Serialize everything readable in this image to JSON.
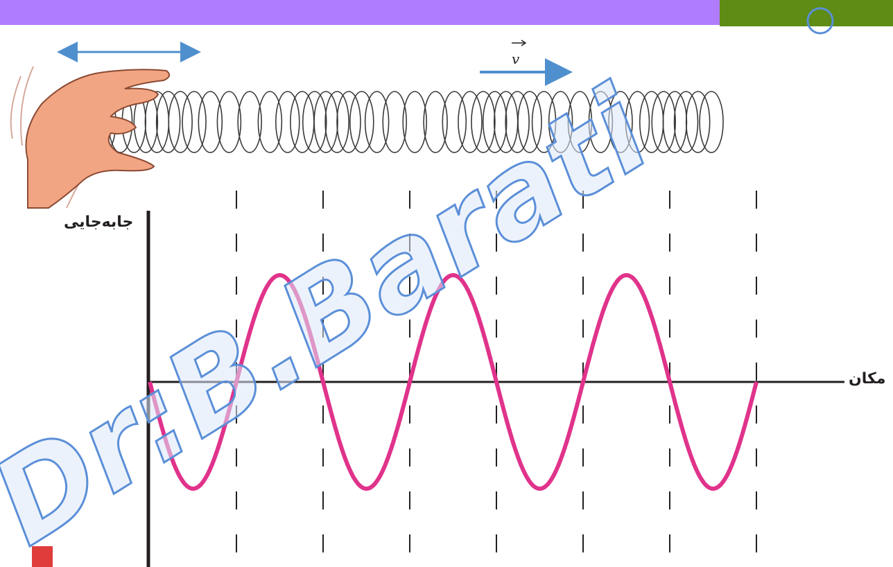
{
  "colors": {
    "header_bar": "#b07cff",
    "accent_block": "#5e8c14",
    "marker": "#e03c3c",
    "wave": "#e0338b",
    "arrow": "#4f8fce",
    "spring": "#3a3a3a",
    "axis": "#231f20",
    "watermark_stroke": "#5b8fd8"
  },
  "figure": {
    "velocity_symbol": "v",
    "y_axis_label": "جابه‌جایی",
    "x_axis_label": "مکان",
    "watermark": "Dr:B.Barati"
  },
  "icons": {
    "hand": "hand-icon",
    "velocity_arrow": "arrow-right-icon",
    "motion_arrow": "double-arrow-icon"
  },
  "chart_data": {
    "type": "line",
    "series": [
      {
        "values": [
          0,
          -1,
          0,
          1,
          0,
          -1,
          0,
          1,
          0,
          -1,
          0,
          1,
          0,
          -1,
          0
        ],
        "x": [
          0,
          0.5,
          1,
          1.5,
          2,
          2.5,
          3,
          3.5,
          4,
          4.5,
          5,
          5.5,
          6,
          6.5,
          7
        ]
      }
    ],
    "dashed_lines_at_x": [
      1,
      2,
      3,
      4,
      5,
      6,
      7
    ],
    "grid": false
  }
}
